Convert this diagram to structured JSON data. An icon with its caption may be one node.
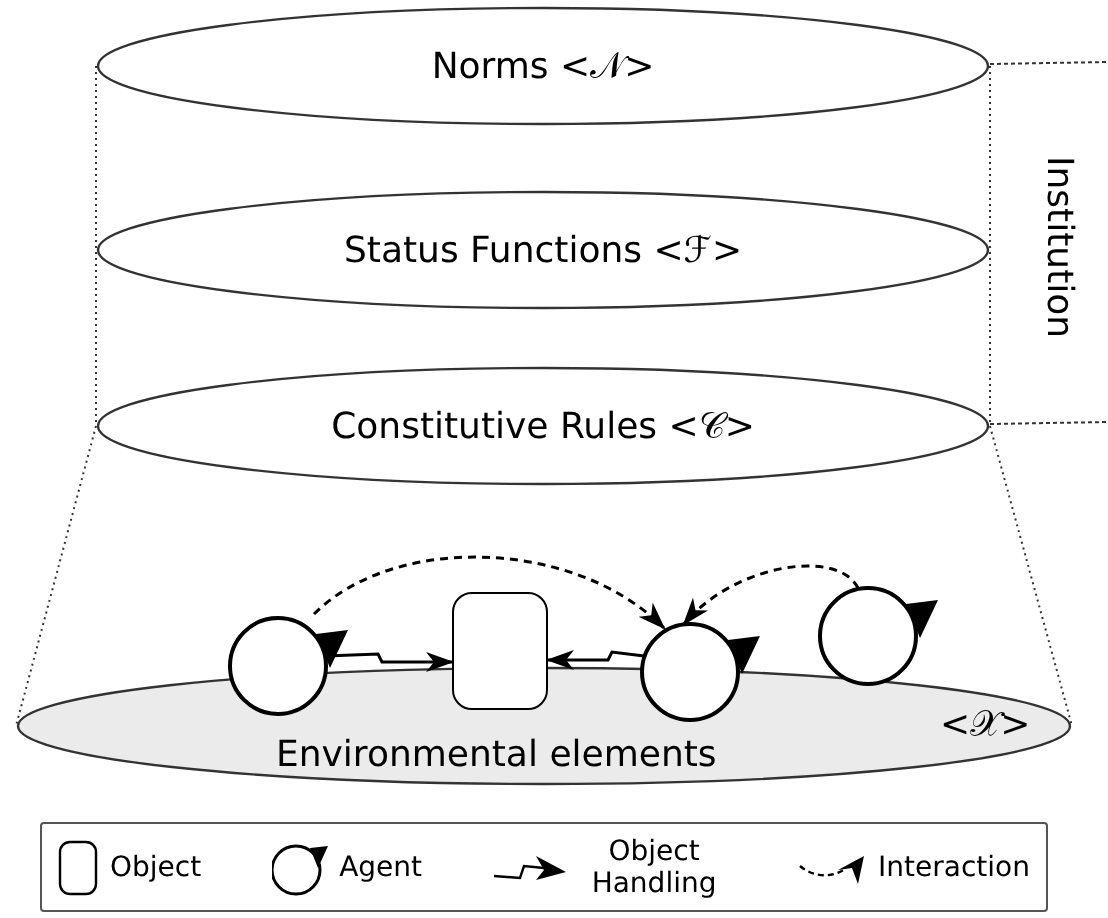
{
  "diagram": {
    "nodes": [
      {
        "text": [
          "Norms <𝒩>"
        ]
      },
      {
        "text": [
          "Status Functions <ℱ>"
        ]
      },
      {
        "text": [
          "Constitutive Rules <𝒞>"
        ]
      },
      {
        "text": [
          "Environmental elements",
          "<𝒳>"
        ]
      },
      {
        "text": [],
        "shape": "circle"
      },
      {
        "text": [],
        "shape": "box"
      },
      {
        "text": [],
        "shape": "circle"
      },
      {
        "text": [],
        "shape": "circle"
      }
    ],
    "edges": [
      {
        "from": 4,
        "to": 5,
        "arrow": "to"
      },
      {
        "from": 6,
        "to": 5,
        "arrow": "to"
      },
      {
        "from": 4,
        "to": 6,
        "arrow": "to",
        "style": "dashed"
      },
      {
        "from": 7,
        "to": 6,
        "arrow": "to",
        "style": "dashed"
      }
    ],
    "labels": [
      "Institution"
    ],
    "legend": [
      {
        "text": "Object"
      },
      {
        "text": "Agent"
      },
      {
        "text": "Object Handling"
      },
      {
        "text": "Interaction"
      }
    ]
  }
}
